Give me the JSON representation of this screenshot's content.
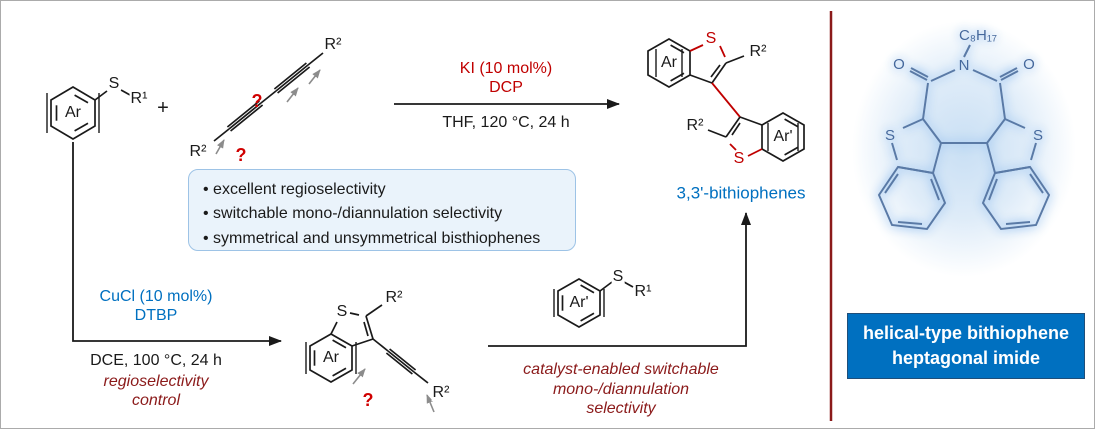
{
  "colors": {
    "accent_red": "#C00000",
    "accent_blue": "#0070C0",
    "dark_red": "#8B1A1A",
    "molecule_blue": "#5A7AA6",
    "glow_blue": "#C9DFF4",
    "infobox_bg": "#EAF3FB",
    "infobox_border": "#9DC3E6",
    "label_box_bg": "#0070C0"
  },
  "scheme": {
    "reactant_a": {
      "ar": "Ar",
      "s": "S",
      "r1": "R¹"
    },
    "plus": "+",
    "diyne": {
      "r2_top": "R²",
      "r2_bottom": "R²",
      "q1": "?",
      "q2": "?"
    },
    "arrow_top": {
      "cat1": "KI (10 mol%)",
      "cat2": "DCP",
      "solvent": "THF, 120 °C, 24 h"
    },
    "product": {
      "ar": "Ar",
      "s_top": "S",
      "r2_top": "R²",
      "r2_bottom": "R²",
      "s_bottom": "S",
      "ar2": "Ar'",
      "caption": "3,3'-bithiophenes"
    },
    "box": {
      "line1": "• excellent regioselectivity",
      "line2": "• switchable mono-/diannulation selectivity",
      "line3": "• symmetrical and unsymmetrical bisthiophenes"
    },
    "arrow_left": {
      "cat1": "CuCl (10 mol%)",
      "cat2": "DTBP",
      "solvent": "DCE, 100 °C, 24 h",
      "note1": "regioselectivity",
      "note2": "control"
    },
    "intermediate": {
      "s": "S",
      "ar": "Ar",
      "r2_top": "R²",
      "r2_bottom": "R²",
      "q": "?"
    },
    "reactant_b": {
      "ar": "Ar'",
      "s": "S",
      "r1": "R¹"
    },
    "arrow_bottom": {
      "note1": "catalyst-enabled switchable",
      "note2": "mono-/diannulation",
      "note3": "selectivity"
    }
  },
  "right_panel": {
    "molecule": {
      "chain": "C₈H₁₇",
      "n": "N",
      "o_left": "O",
      "o_right": "O",
      "s_left": "S",
      "s_right": "S"
    },
    "label1": "helical-type bithiophene",
    "label2": "heptagonal imide"
  }
}
